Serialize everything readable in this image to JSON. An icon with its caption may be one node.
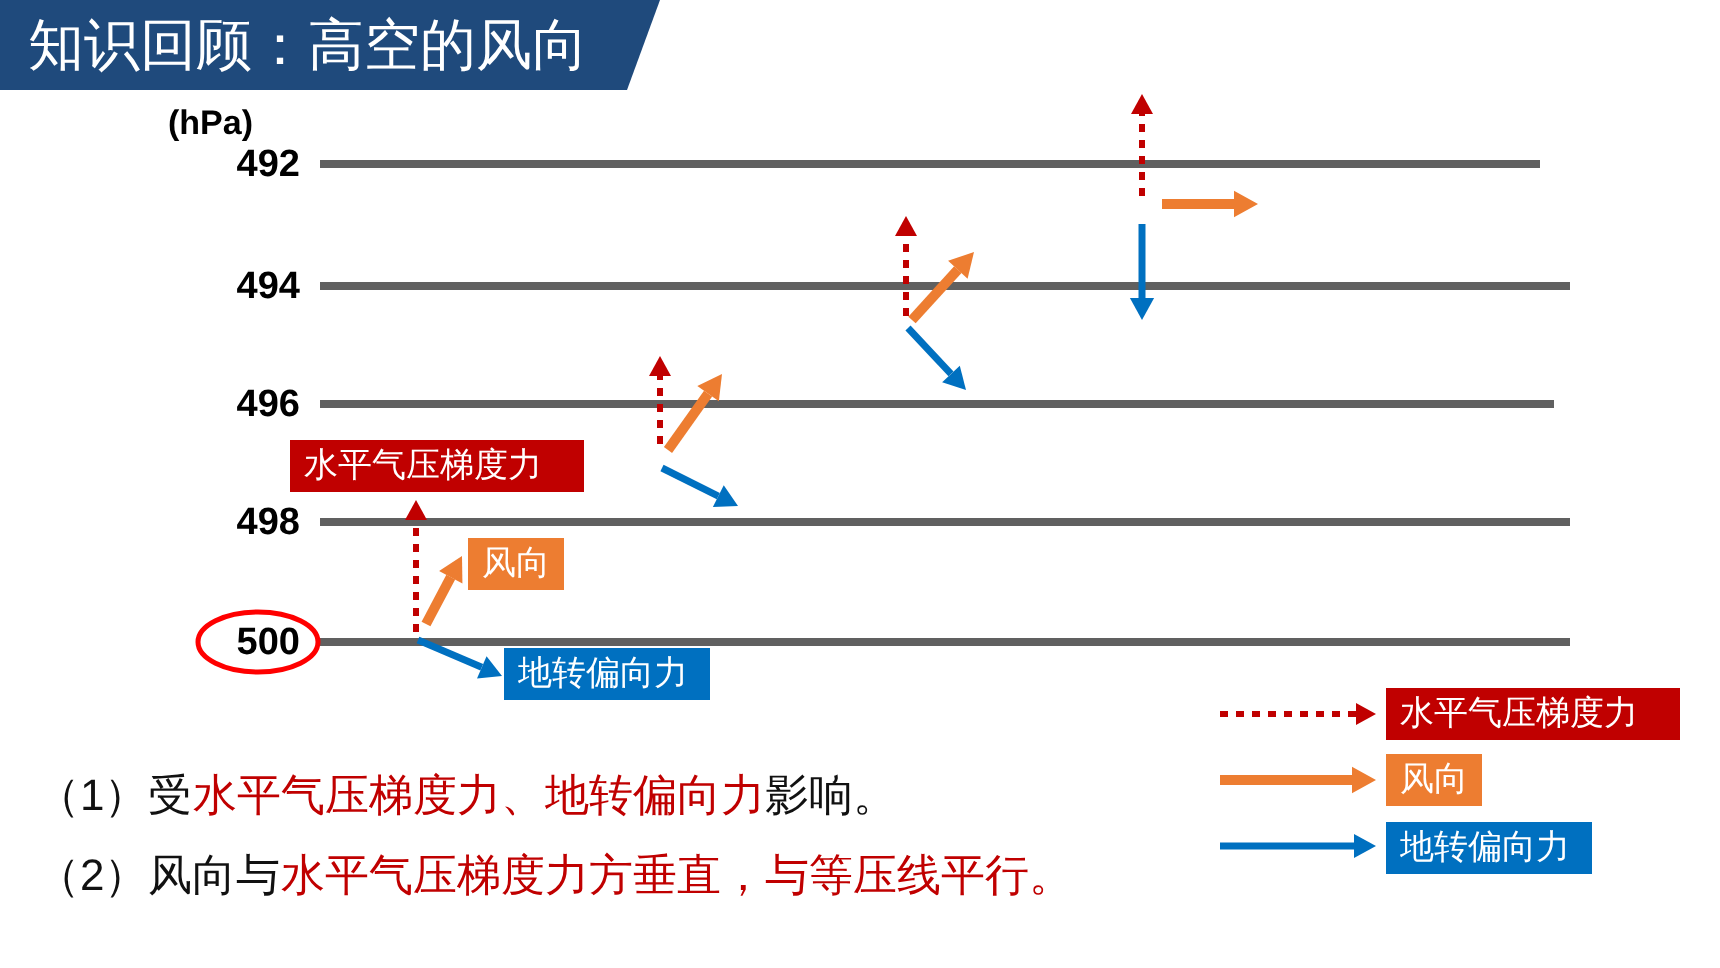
{
  "diagram": {
    "title": "知识回顾：高空的风向",
    "nodes": [
      {
        "text": [
          "水平气压梯度力"
        ]
      },
      {
        "text": [
          "风向"
        ]
      },
      {
        "text": [
          "地转偏向力"
        ]
      }
    ],
    "labels": [
      "(hPa)",
      "492",
      "494",
      "496",
      "498",
      "500",
      "（1）受**水平气压梯度力、地转偏向力**影响。",
      "（2）风向与**水平气压梯度力方垂直，与等压线平行。**"
    ],
    "legend": [
      {
        "text": "水平气压梯度力"
      },
      {
        "text": "风向"
      },
      {
        "text": "地转偏向力"
      }
    ]
  }
}
